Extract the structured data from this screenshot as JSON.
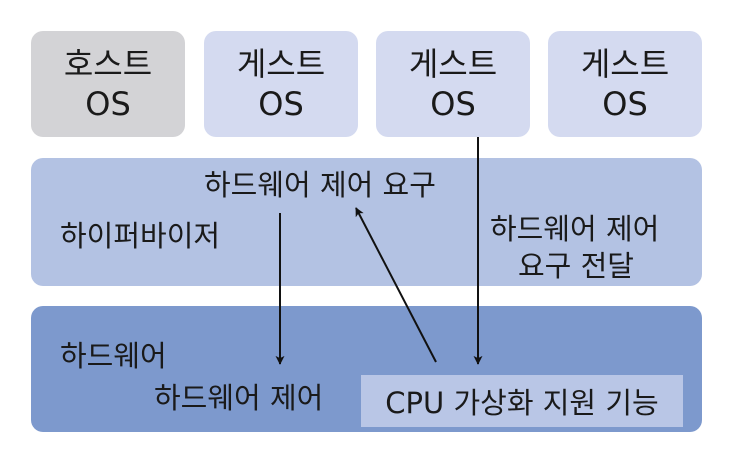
{
  "colors": {
    "host_os": "#d3d3d6",
    "guest_os": "#d4daf0",
    "hypervisor": "#b3c2e3",
    "hardware": "#7d99cd",
    "cpu_box": "#b9c6e6",
    "arrow": "#111111"
  },
  "os_boxes": [
    {
      "line1": "호스트",
      "line2": "OS"
    },
    {
      "line1": "게스트",
      "line2": "OS"
    },
    {
      "line1": "게스트",
      "line2": "OS"
    },
    {
      "line1": "게스트",
      "line2": "OS"
    }
  ],
  "hypervisor": {
    "name": "하이퍼바이저",
    "request_label": "하드웨어 제어 요구",
    "forward_line1": "하드웨어 제어",
    "forward_line2": "요구 전달"
  },
  "hardware": {
    "name": "하드웨어",
    "control_label": "하드웨어 제어",
    "cpu_label": "CPU 가상화 지원 기능"
  }
}
